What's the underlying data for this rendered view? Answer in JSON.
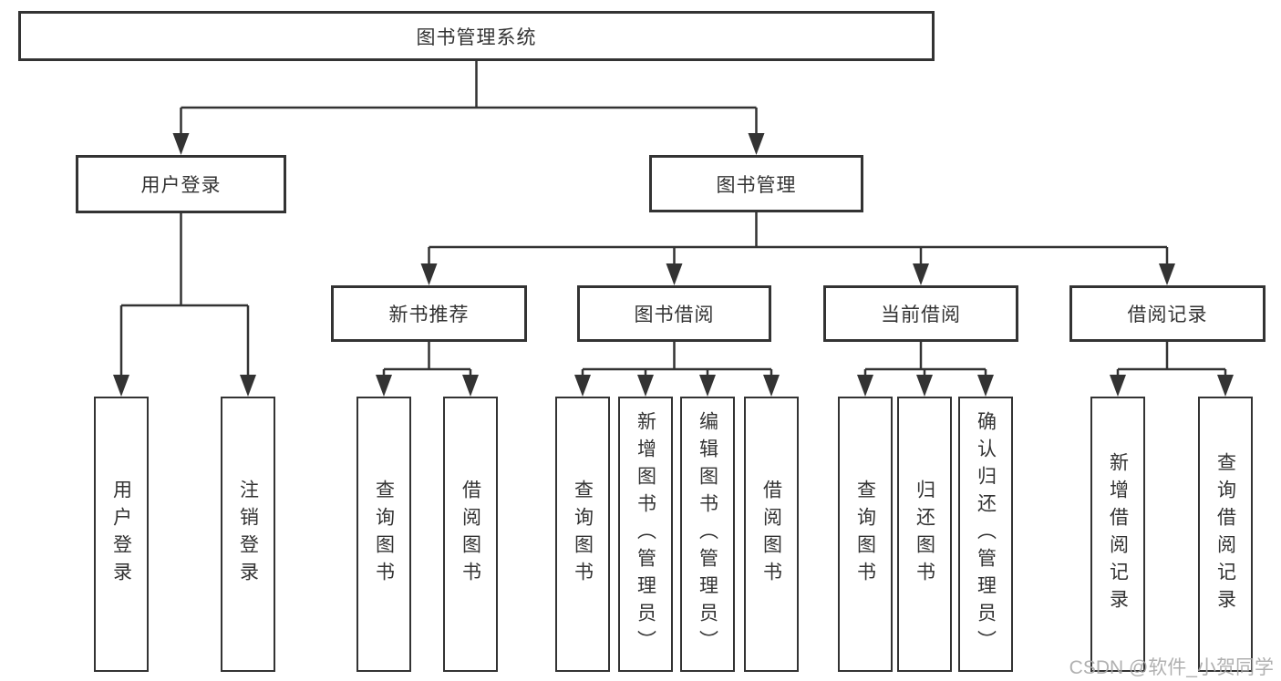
{
  "diagram": {
    "tree": {
      "root": {
        "label": "图书管理系统"
      },
      "branches": [
        {
          "label": "用户登录",
          "children": [
            {
              "label": "用户登录"
            },
            {
              "label": "注销登录"
            }
          ]
        },
        {
          "label": "图书管理",
          "children": [
            {
              "label": "新书推荐",
              "children": [
                {
                  "label": "查询图书"
                },
                {
                  "label": "借阅图书"
                }
              ]
            },
            {
              "label": "图书借阅",
              "children": [
                {
                  "label": "查询图书"
                },
                {
                  "label": "新增图书（管理员）"
                },
                {
                  "label": "编辑图书（管理员）"
                },
                {
                  "label": "借阅图书"
                }
              ]
            },
            {
              "label": "当前借阅",
              "children": [
                {
                  "label": "查询图书"
                },
                {
                  "label": "归还图书"
                },
                {
                  "label": "确认归还（管理员）"
                }
              ]
            },
            {
              "label": "借阅记录",
              "children": [
                {
                  "label": "新增借阅记录"
                },
                {
                  "label": "查询借阅记录"
                }
              ]
            }
          ]
        }
      ]
    },
    "watermark": "CSDN @软件_小贺同学",
    "colors": {
      "line": "#333333",
      "text": "#333333",
      "box_fill": "#ffffff",
      "watermark": "#a8a8a8",
      "background": "#ffffff"
    }
  }
}
